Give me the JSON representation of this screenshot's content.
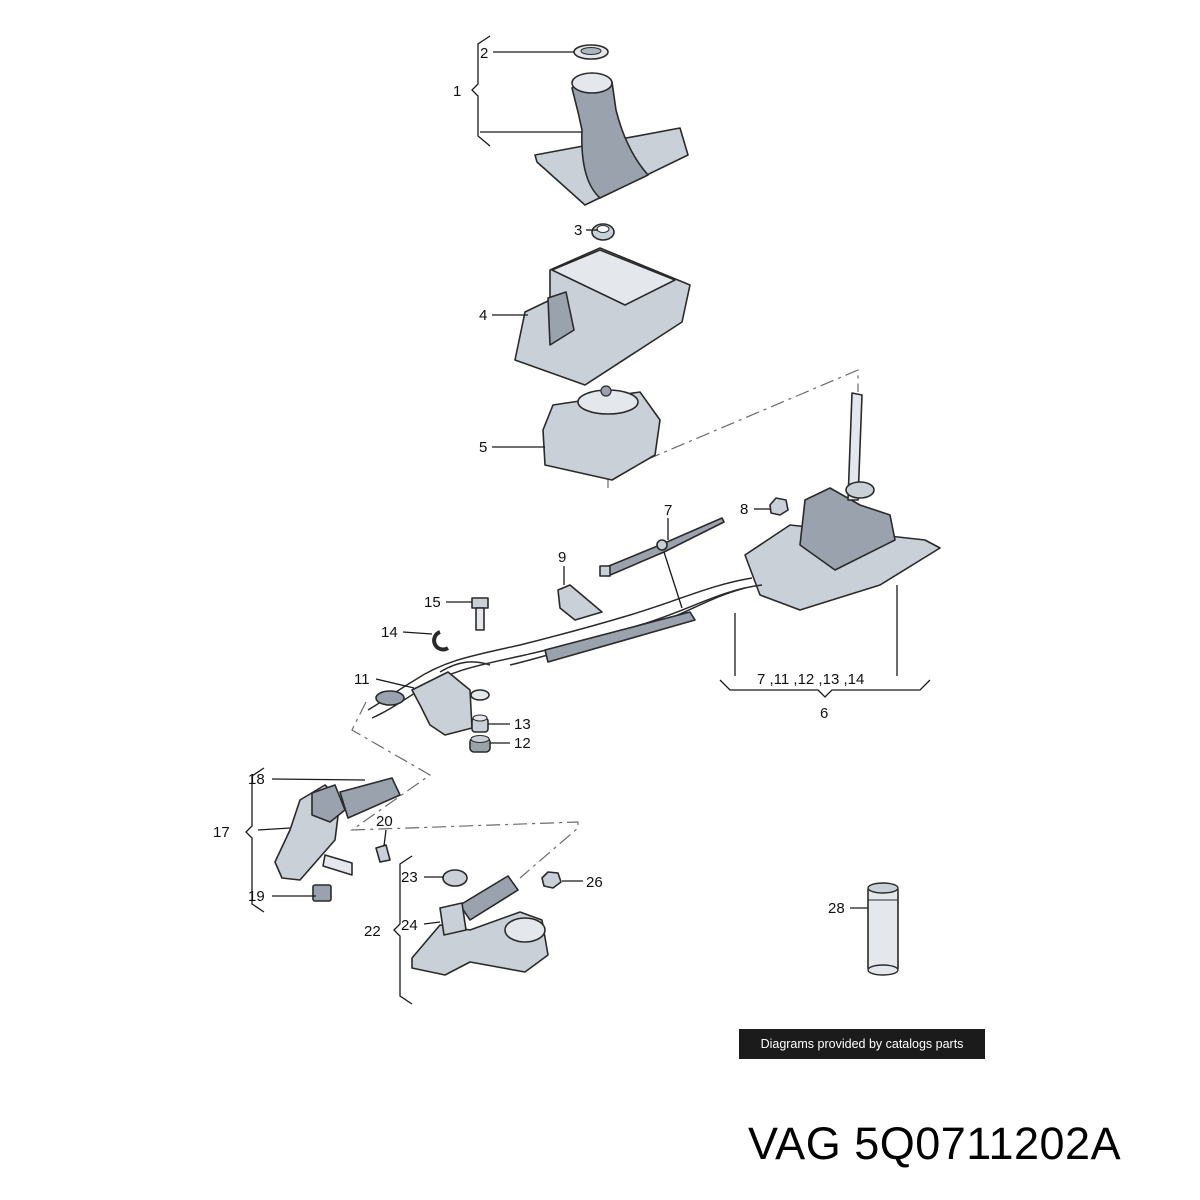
{
  "callouts": {
    "c1": "1",
    "c2": "2",
    "c3": "3",
    "c4": "4",
    "c5": "5",
    "c6": "6",
    "c7": "7",
    "c8": "8",
    "c9": "9",
    "c11": "11",
    "c12": "12",
    "c13": "13",
    "c14": "14",
    "c15": "15",
    "c17": "17",
    "c18": "18",
    "c19": "19",
    "c20": "20",
    "c22": "22",
    "c23": "23",
    "c24": "24",
    "c26": "26",
    "c28": "28",
    "group6": "7 ,11 ,12 ,13 ,14"
  },
  "credit": "Diagrams provided by catalogs parts",
  "part_number": "VAG 5Q0711202A",
  "colors": {
    "part_fill": "#c9d0d8",
    "credit_bg": "#1b1b1b"
  }
}
